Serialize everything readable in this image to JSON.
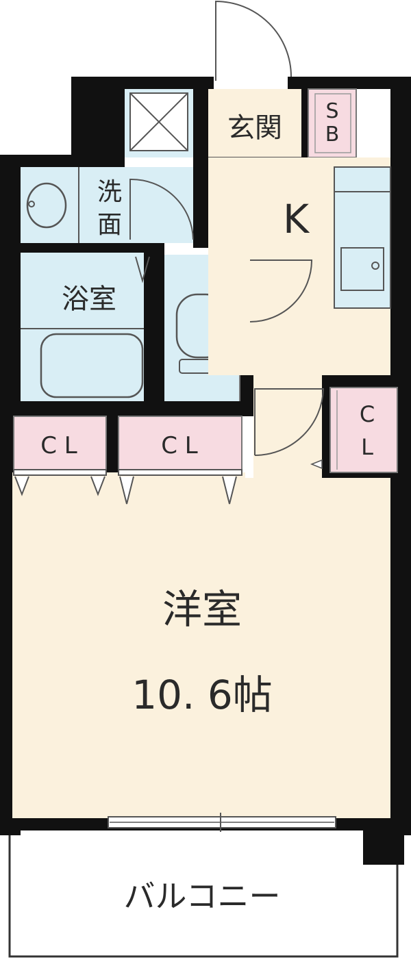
{
  "colors": {
    "wall": "#111111",
    "wet_area": "#d9eef5",
    "living": "#fbf1dd",
    "closet": "#f7dbe1",
    "balcony": "#ffffff",
    "line": "#555555"
  },
  "rooms": {
    "entrance": "玄関",
    "shoe_box_top": "S",
    "shoe_box_bottom": "B",
    "washroom_top": "洗",
    "washroom_bottom": "面",
    "kitchen": "K",
    "bathroom": "浴室",
    "closet_left": "C L",
    "closet_center": "C L",
    "closet_right_top": "C",
    "closet_right_bottom": "L",
    "western_room": "洋室",
    "western_room_size": "10. 6帖",
    "balcony": "バルコニー"
  }
}
